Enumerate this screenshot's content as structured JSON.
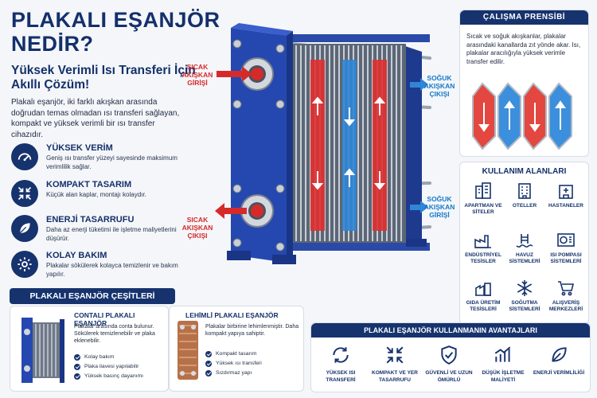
{
  "header": {
    "title": "PLAKALI EŞANJÖR NEDİR?",
    "subtitle": "Yüksek Verimli Isı Transferi İçin Akıllı Çözüm!",
    "intro": "Plakalı eşanjör, iki farklı akışkan arasında doğrudan temas olmadan ısı transferi sağlayan, kompakt ve yüksek verimli bir ısı transfer cihazıdır."
  },
  "features": [
    {
      "icon": "gauge-icon",
      "title": "YÜKSEK VERİM",
      "desc": "Geniş ısı transfer yüzeyi sayesinde maksimum verimlilik sağlar."
    },
    {
      "icon": "compress-arrows-icon",
      "title": "KOMPAKT TASARIM",
      "desc": "Küçük alan kaplar, montajı kolaydır."
    },
    {
      "icon": "leaf-icon",
      "title": "ENERJİ TASARRUFU",
      "desc": "Daha az enerji tüketimi ile işletme maliyetlerini düşürür."
    },
    {
      "icon": "gear-icon",
      "title": "KOLAY BAKIM",
      "desc": "Plakalar sökülerek kolayca temizlenir ve bakım yapılır."
    }
  ],
  "diagram": {
    "hot_in": "SICAK AKIŞKAN GİRİŞİ",
    "hot_out": "SICAK AKIŞKAN ÇIKIŞI",
    "cold_out": "SOĞUK AKIŞKAN ÇIKIŞI",
    "cold_in": "SOĞUK AKIŞKAN GİRİŞİ",
    "colors": {
      "hot": "#d62a2a",
      "cold": "#1479c9",
      "frame": "#1f3f9e"
    }
  },
  "principle": {
    "title": "ÇALIŞMA PRENSİBİ",
    "text": "Sıcak ve soğuk akışkanlar, plakalar arasındaki kanallarda zıt yönde akar. Isı, plakalar aracılığıyla yüksek verimle transfer edilir."
  },
  "usage": {
    "title": "KULLANIM ALANLARI",
    "items": [
      {
        "icon": "apartment-icon",
        "label": "APARTMAN VE SİTELER"
      },
      {
        "icon": "hotel-icon",
        "label": "OTELLER"
      },
      {
        "icon": "hospital-icon",
        "label": "HASTANELER"
      },
      {
        "icon": "factory-icon",
        "label": "ENDÜSTRİYEL TESİSLER"
      },
      {
        "icon": "pool-icon",
        "label": "HAVUZ SİSTEMLERİ"
      },
      {
        "icon": "heat-pump-icon",
        "label": "ISI POMPASI SİSTEMLERİ"
      },
      {
        "icon": "food-factory-icon",
        "label": "GIDA ÜRETİM TESİSLERİ"
      },
      {
        "icon": "snowflake-icon",
        "label": "SOĞUTMA SİSTEMLERİ"
      },
      {
        "icon": "cart-icon",
        "label": "ALIŞVERİŞ MERKEZLERİ"
      }
    ]
  },
  "types": {
    "title": "PLAKALI EŞANJÖR ÇEŞİTLERİ",
    "gasketed": {
      "title": "CONTALI PLAKALI EŞANJÖR",
      "desc": "Plakalar arasında conta bulunur. Sökülerek temizlenebilir ve plaka eklenebilir.",
      "points": [
        "Kolay bakım",
        "Plaka ilavesi yapılabilir",
        "Yüksek basınç dayanımı"
      ]
    },
    "brazed": {
      "title": "LEHİMLİ PLAKALI EŞANJÖR",
      "desc": "Plakalar birbirine lehimlenmiştir. Daha kompakt yapıya sahiptir.",
      "points": [
        "Kompakt tasarım",
        "Yüksek ısı transferi",
        "Sızdırmaz yapı"
      ]
    }
  },
  "advantages": {
    "title": "PLAKALI EŞANJÖR KULLANMANIN AVANTAJLARI",
    "items": [
      {
        "icon": "refresh-icon",
        "label": "YÜKSEK ISI TRANSFERİ"
      },
      {
        "icon": "compress-arrows-icon",
        "label": "KOMPAKT VE YER TASARRUFU"
      },
      {
        "icon": "shield-check-icon",
        "label": "GÜVENLİ VE UZUN ÖMÜRLÜ"
      },
      {
        "icon": "bar-chart-icon",
        "label": "DÜŞÜK İŞLETME MALİYETİ"
      },
      {
        "icon": "leaf-icon",
        "label": "ENERJİ VERİMLİLİĞİ"
      }
    ]
  }
}
